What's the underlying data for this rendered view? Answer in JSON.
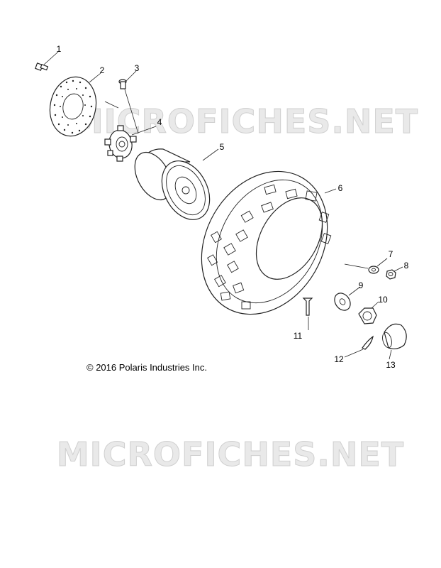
{
  "watermark": {
    "text": "MICROFICHES.NET"
  },
  "copyright": "© 2016 Polaris Industries Inc.",
  "callouts": [
    "1",
    "2",
    "3",
    "4",
    "5",
    "6",
    "7",
    "8",
    "9",
    "10",
    "11",
    "12",
    "13"
  ]
}
